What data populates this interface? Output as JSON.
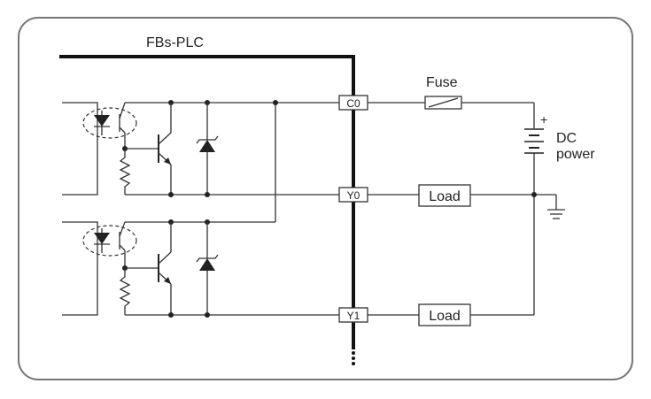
{
  "diagram": {
    "plc_label": "FBs-PLC",
    "fuse_label": "Fuse",
    "dc_label_line1": "DC",
    "dc_label_line2": "power",
    "plus_sign": "+",
    "terminals": {
      "c0": "C0",
      "y0": "Y0",
      "y1": "Y1"
    },
    "loads": {
      "load0": "Load",
      "load1": "Load"
    },
    "continuation": "⋮"
  }
}
